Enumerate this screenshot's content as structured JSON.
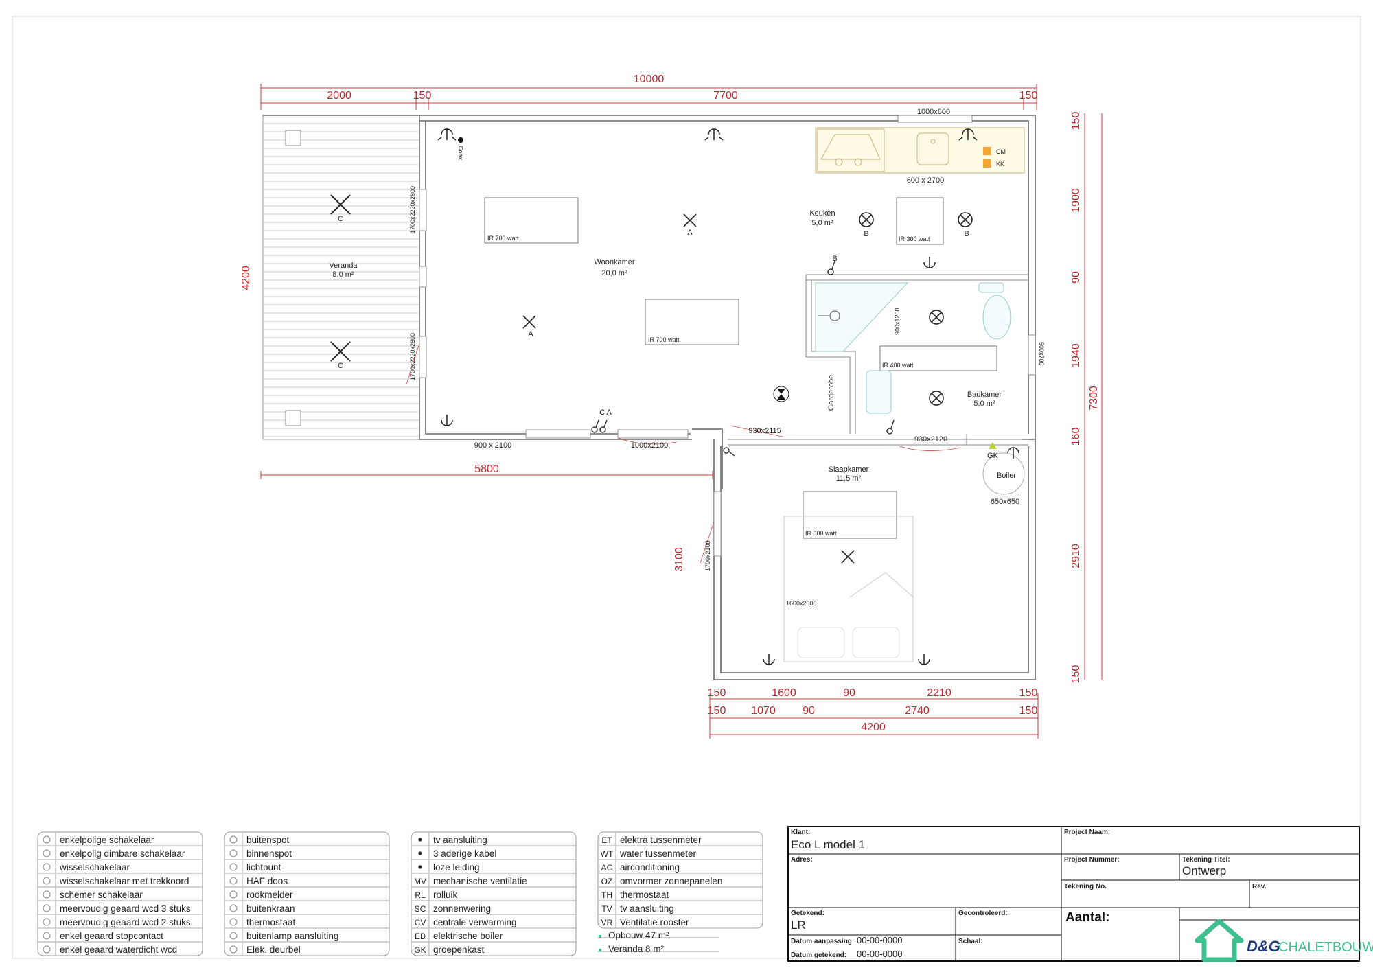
{
  "dims": {
    "top_total": "10000",
    "top_a": "2000",
    "top_b": "150",
    "top_c": "7700",
    "top_d": "150",
    "left_total": "4200",
    "bottom_left": "5800",
    "right_a": "150",
    "right_b": "1900",
    "right_c": "90",
    "right_d": "1940",
    "right_e": "160",
    "right_total": "7300",
    "right_f": "2910",
    "right_g": "150",
    "left_wing": "3100",
    "b1_a": "150",
    "b1_b": "1600",
    "b1_c": "90",
    "b1_d": "2210",
    "b1_e": "150",
    "b2_a": "150",
    "b2_b": "1070",
    "b2_c": "90",
    "b2_d": "2740",
    "b2_e": "150",
    "b3": "4200"
  },
  "rooms": {
    "veranda": "Veranda",
    "veranda_area": "8,0 m²",
    "woonkamer": "Woonkamer",
    "woonkamer_area": "20,0 m²",
    "keuken": "Keuken",
    "keuken_area": "5,0 m²",
    "badkamer": "Badkamer",
    "badkamer_area": "5,0 m²",
    "slaapkamer": "Slaapkamer",
    "slaapkamer_area": "11,5 m²",
    "garderobe": "Garderobe"
  },
  "labels": {
    "win_1000x600": "1000x600",
    "kitchen_2700": "600 x 2700",
    "coax": "Coax",
    "cm": "CM",
    "kk": "KK",
    "ir_700_1": "IR 700 watt",
    "ir_700_2": "IR 700 watt",
    "ir_300": "IR 300 watt",
    "ir_400": "IR 400 watt",
    "ir_600": "IR 600 watt",
    "door_v1": "1700x2220x2800",
    "door_v2": "1700x2220x2800",
    "shower": "900x1200",
    "win_500x700": "500x700",
    "door_900": "900 x 2100",
    "door_1000": "1000x2100",
    "door_930_1": "930x2115",
    "door_930_2": "930x2120",
    "door_1700": "1700x2100",
    "gk": "GK",
    "boiler": "Boiler",
    "boiler_size": "650x650",
    "bed": "1600x2000",
    "ca": "C A",
    "a": "A",
    "b": "B",
    "c": "C"
  },
  "legend": {
    "col1": [
      "enkelpolige schakelaar",
      "enkelpolig dimbare schakelaar",
      "wisselschakelaar",
      "wisselschakelaar met trekkoord",
      "schemer schakelaar",
      "meervoudig geaard wcd 3 stuks",
      "meervoudig geaard wcd 2 stuks",
      "enkel geaard stopcontact",
      "enkel geaard waterdicht wcd"
    ],
    "col2": [
      "buitenspot",
      "binnenspot",
      "lichtpunt",
      "HAF doos",
      "rookmelder",
      "buitenkraan",
      "thermostaat",
      "buitenlamp aansluiting",
      "Elek. deurbel"
    ],
    "col3_codes": [
      "",
      "",
      "",
      "MV",
      "RL",
      "SC",
      "CV",
      "EB",
      "GK"
    ],
    "col3": [
      "tv aansluiting",
      "3 aderige kabel",
      "loze leiding",
      "mechanische ventilatie",
      "rolluik",
      "zonnenwering",
      "centrale verwarming",
      "elektrische boiler",
      "groepenkast"
    ],
    "col4_codes": [
      "ET",
      "WT",
      "AC",
      "OZ",
      "TH",
      "TV",
      "VR"
    ],
    "col4": [
      "elektra tussenmeter",
      "water tussenmeter",
      "airconditioning",
      "omvormer zonnepanelen",
      "thermostaat",
      "tv aansluiting",
      "Ventilatie rooster"
    ],
    "opbouw": "Opbouw 47 m²",
    "veranda": "Veranda 8 m²"
  },
  "title_block": {
    "klant_label": "Klant:",
    "klant_value": "Eco L model 1",
    "adres_label": "Adres:",
    "project_naam_label": "Project Naam:",
    "project_nummer_label": "Project Nummer:",
    "tekening_titel_label": "Tekening Titel:",
    "tekening_titel_value": "Ontwerp",
    "tekening_no_label": "Tekening No.",
    "rev_label": "Rev.",
    "getekend_label": "Getekend:",
    "getekend_value": "LR",
    "gecontroleerd_label": "Gecontroleerd:",
    "aantal_label": "Aantal:",
    "datum_aanpassing_label": "Datum aanpassing:",
    "datum_aanpassing_value": "00-00-0000",
    "datum_getekend_label": "Datum getekend:",
    "datum_getekend_value": "00-00-0000",
    "schaal_label": "Schaal:",
    "logo_brand": "D&G",
    "logo_name": "CHALETBOUW"
  },
  "colors": {
    "dimension": "#c0262d",
    "wall": "#666666",
    "logo_green": "#3fbf8f",
    "logo_blue": "#1f3a7a"
  }
}
